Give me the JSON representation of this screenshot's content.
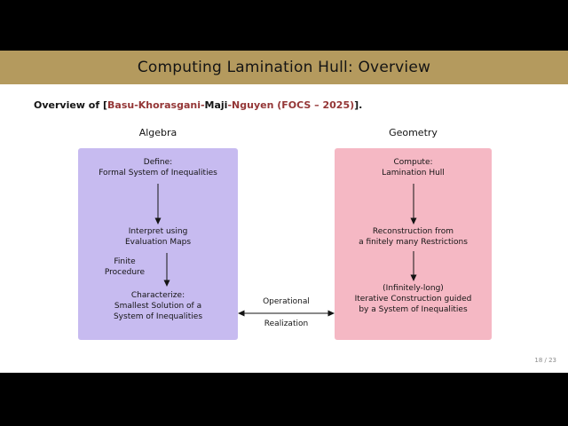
{
  "slide": {
    "title": "Computing Lamination Hull: Overview",
    "page_number": "18 / 23",
    "overview": {
      "prefix": "Overview of ",
      "bracket_open": "[",
      "authors_lead": "Basu-Khorasgani-",
      "author_highlight": "Maji",
      "authors_tail": "-Nguyen (FOCS – 2025)",
      "bracket_close": "]."
    },
    "algebra": {
      "header": "Algebra",
      "step1": [
        "Define:",
        "Formal System of Inequalities"
      ],
      "step2": [
        "Interpret using",
        "Evaluation Maps"
      ],
      "arrow_label": [
        "Finite",
        "Procedure"
      ],
      "step3": [
        "Characterize:",
        "Smallest Solution of a",
        "System of Inequalities"
      ]
    },
    "geometry": {
      "header": "Geometry",
      "step1": [
        "Compute:",
        "Lamination Hull"
      ],
      "step2": [
        "Reconstruction from",
        "a finitely many Restrictions"
      ],
      "step3": [
        "(Infinitely-long)",
        "Iterative Construction guided",
        "by a System of Inequalities"
      ]
    },
    "connector": {
      "label_top": "Operational",
      "label_bottom": "Realization"
    },
    "colors": {
      "title_bar": "#b49a5e",
      "algebra_box": "#c7bbf0",
      "geometry_box": "#f5b8c4",
      "citation": "#943636"
    }
  }
}
